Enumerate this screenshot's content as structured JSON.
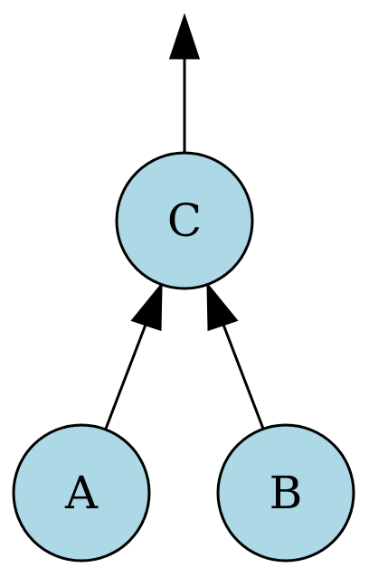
{
  "nodes": {
    "c": {
      "label": "C"
    },
    "a": {
      "label": "A"
    },
    "b": {
      "label": "B"
    }
  },
  "edges": [
    {
      "from": "a",
      "to": "c"
    },
    {
      "from": "b",
      "to": "c"
    },
    {
      "from": "c",
      "to": "out"
    }
  ],
  "colors": {
    "node_fill": "#add8e6",
    "stroke": "#000000",
    "background": "#ffffff"
  }
}
